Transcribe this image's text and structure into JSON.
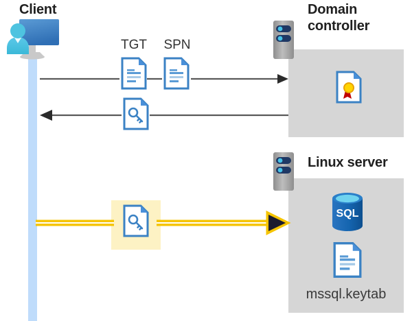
{
  "diagram": {
    "title_client": "Client",
    "title_domain_controller": "Domain controller",
    "title_linux_server": "Linux server",
    "labels": {
      "tgt": "TGT",
      "spn": "SPN",
      "keytab_file": "mssql.keytab",
      "sql_icon_text": "SQL"
    },
    "icons": {
      "client": "client-workstation-icon",
      "domain_controller_rack": "server-rack-icon",
      "linux_server_rack": "server-rack-icon",
      "tgt_document": "document-icon",
      "spn_document": "document-icon",
      "ticket_key_document_request": "key-document-icon",
      "ticket_key_document_presented": "key-document-icon",
      "certificate": "certificate-document-icon",
      "sql_database": "sql-database-icon",
      "keytab_document": "document-icon"
    },
    "flows": [
      {
        "name": "client-to-dc-request",
        "direction": "right",
        "from": "Client",
        "to": "Domain controller",
        "carries": [
          "TGT",
          "SPN"
        ],
        "style": "thin-gray"
      },
      {
        "name": "dc-to-client-response",
        "direction": "left",
        "from": "Domain controller",
        "to": "Client",
        "carries": [
          "service ticket"
        ],
        "style": "thin-gray"
      },
      {
        "name": "client-to-linux-ticket",
        "direction": "right",
        "from": "Client",
        "to": "Linux server",
        "carries": [
          "service ticket"
        ],
        "style": "thick-yellow-highlighted"
      }
    ],
    "colors": {
      "panel_gray": "#d6d6d6",
      "lifeline_blue": "#bfdcfb",
      "highlight_yellow": "#fdf2c4",
      "arrow_yellow": "#f5c400",
      "arrow_gray": "#595959",
      "doc_blue": "#3b82c4",
      "sql_blue": "#1e6bb8",
      "rack_gray": "#9a9a9a",
      "rack_navy": "#1f3864",
      "cert_gold": "#ffd400",
      "cert_red": "#c00000",
      "title_text": "#1f1f1f"
    }
  }
}
